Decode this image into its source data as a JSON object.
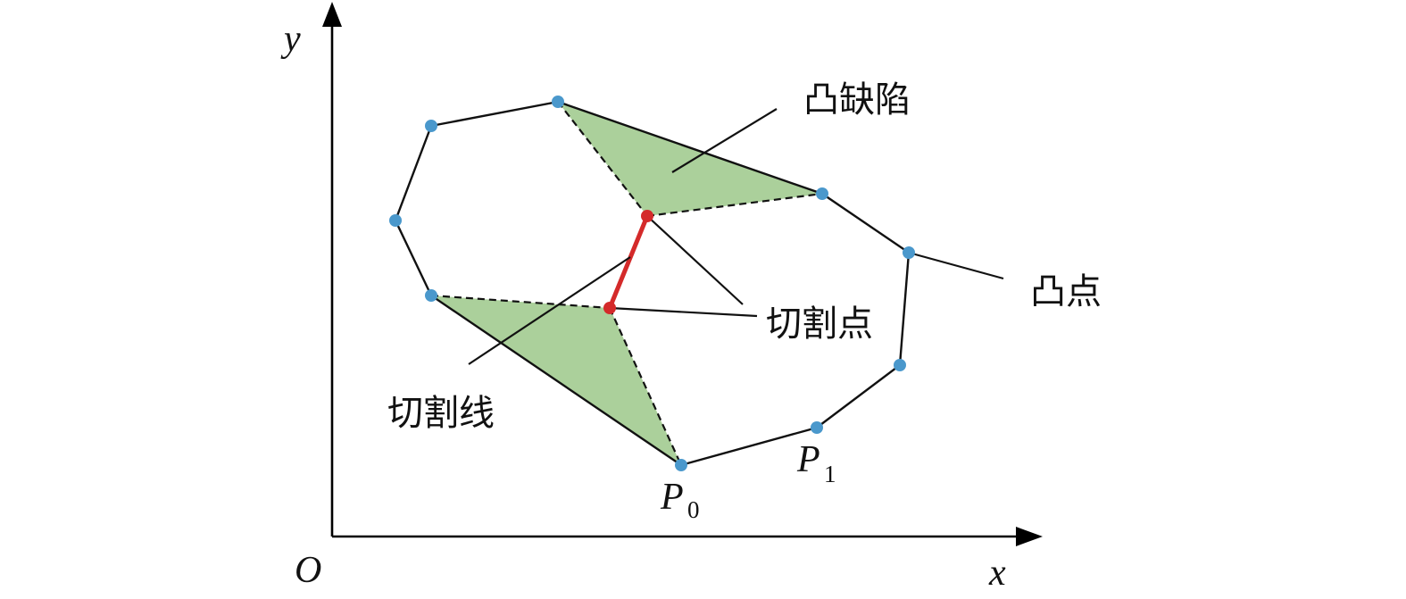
{
  "axes": {
    "x_label": "x",
    "y_label": "y",
    "origin_label": "O"
  },
  "labels": {
    "convex_defect": "凸缺陷",
    "convex_point": "凸点",
    "cut_point": "切割点",
    "cut_line": "切割线",
    "p0_main": "P",
    "p0_sub": "0",
    "p1_main": "P",
    "p1_sub": "1"
  },
  "colors": {
    "vertex": "#4a98cc",
    "cut": "#d42a2a",
    "defect_fill": "#abd09b"
  }
}
